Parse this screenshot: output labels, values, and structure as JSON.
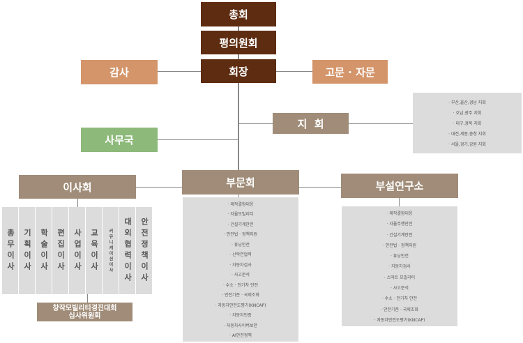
{
  "top": {
    "general": "총회",
    "council": "평의원회",
    "president": "회장"
  },
  "audit": "감사",
  "advisor": "고문 · 자문",
  "branch": {
    "label": "지  회",
    "items": [
      "부산,울산,경남 지회",
      "호남,광주 지회",
      "대구,경북 지회",
      "대전,세종,충청 지회",
      "서울,경기,강원 지회"
    ]
  },
  "secretariat": "사무국",
  "board": {
    "label": "이사회",
    "directors": [
      "총무이사",
      "기획이사",
      "학술이사",
      "편집이사",
      "사업이사",
      "교육이사",
      "커뮤니케이션이사",
      "대외협력이사",
      "안전정책이사"
    ],
    "committee_line1": "창작모빌리티경진대회",
    "committee_line2": "심사위원회"
  },
  "division": {
    "label": "부문회",
    "items": [
      "제작결함대응",
      "자율모빌리티",
      "건설기계안전",
      "안전법 · 정책지원",
      "튜닝안전",
      "산학연협력",
      "자동차검사",
      "사고분석",
      "수소 · 전기차 안전",
      "안전기준 · 국제조화",
      "자동차안전도평가(KNCAP)",
      "자동차인증",
      "자동차사이버보안",
      "AI안전정책"
    ]
  },
  "institute": {
    "label": "부설연구소",
    "items": [
      "제작결함대응",
      "자율주행안전",
      "건설기계안전",
      "안전법 · 정책지원",
      "튜닝안전",
      "자동차검사",
      "스마트 모빌리티",
      "사고분석",
      "수소 · 전기차 안전",
      "안전기준 · 국제조화",
      "자동차안전도평가(KNCAP)"
    ]
  }
}
